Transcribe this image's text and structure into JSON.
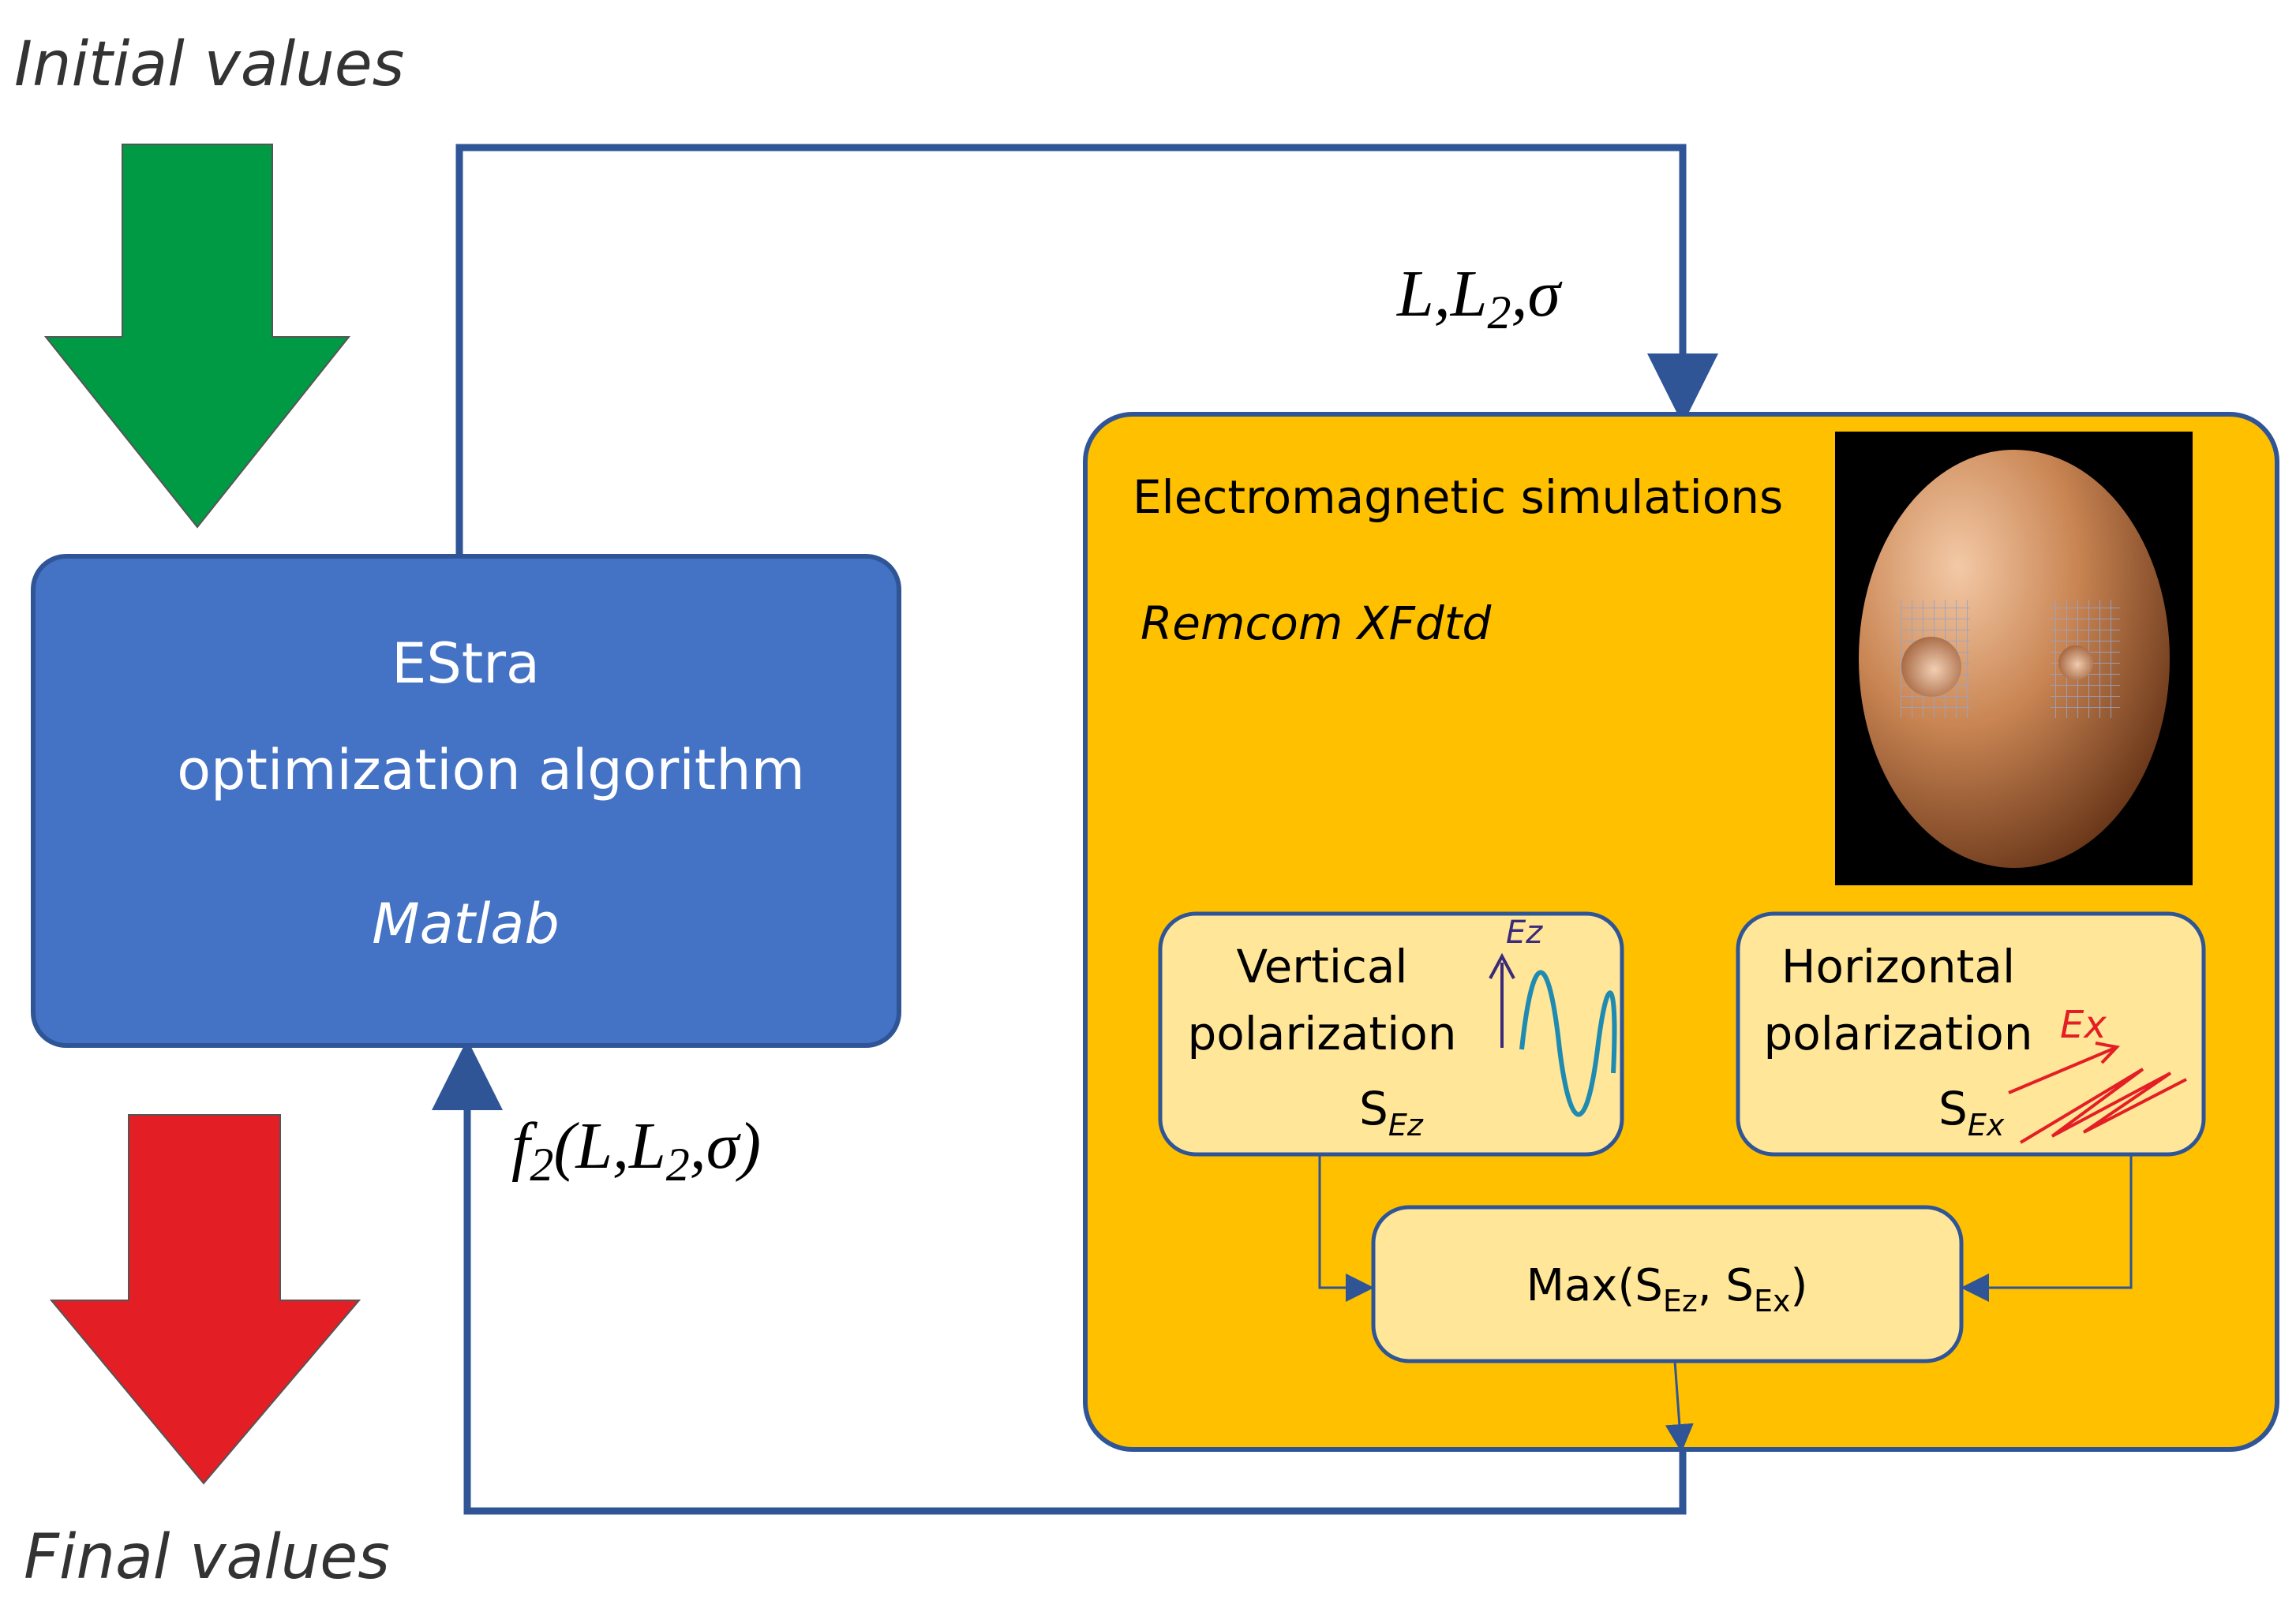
{
  "inputs": {
    "label": "Initial values"
  },
  "outputs": {
    "label": "Final values"
  },
  "optimizer": {
    "title": "EStra",
    "subtitle": "optimization algorithm",
    "tool": "Matlab"
  },
  "feedback": {
    "params_main": "L,L",
    "params_sub": "2",
    "params_tail": ",σ",
    "fn_main": "f",
    "fn_sub": "2",
    "fn_mid": "(L,L",
    "fn_sub2": "2",
    "fn_tail": ",σ)"
  },
  "simulation": {
    "title": "Electromagnetic simulations",
    "tool": "Remcom XFdtd",
    "vertical": {
      "line1": "Vertical",
      "line2": "polarization",
      "s_main": "S",
      "s_sub": "Ez",
      "field": "Ez"
    },
    "horizontal": {
      "line1": "Horizontal",
      "line2": "polarization",
      "s_main": "S",
      "s_sub": "Ex",
      "field": "Ex"
    },
    "max": {
      "prefix": "Max(S",
      "sub1": "Ez",
      "mid": ", S",
      "sub2": "Ex",
      "suffix": ")"
    }
  },
  "colors": {
    "optimizer_fill": "#4472C4",
    "sim_fill": "#FFC000",
    "sub_fill": "#FFE699",
    "line": "#2F5597",
    "green_arrow": "#009A44",
    "red_arrow": "#E31E24"
  }
}
